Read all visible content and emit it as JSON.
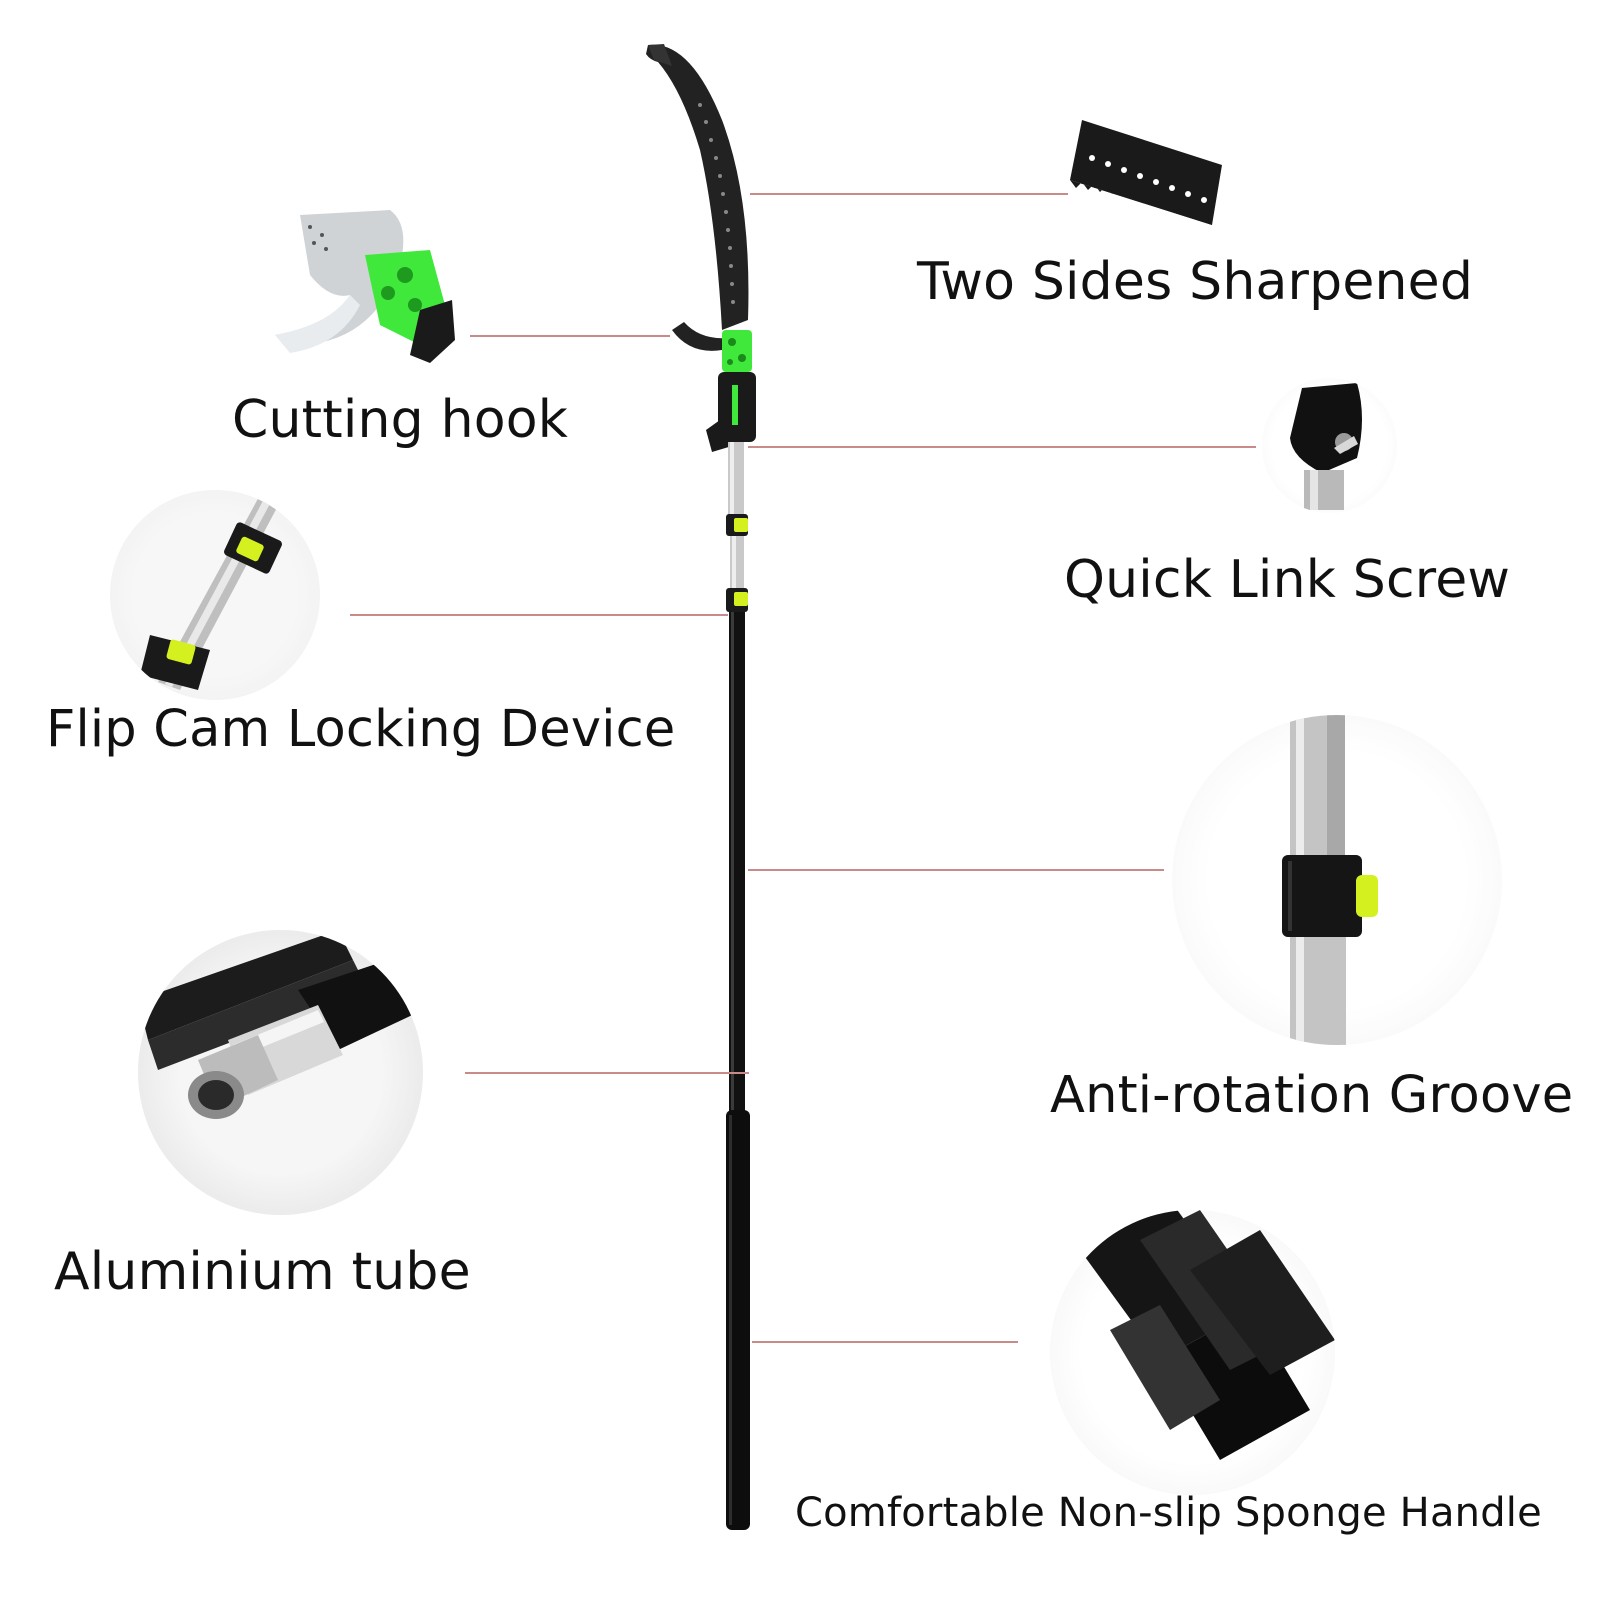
{
  "callouts": {
    "two_sides_sharpened": "Two Sides Sharpened",
    "cutting_hook": "Cutting hook",
    "quick_link_screw": "Quick Link Screw",
    "flip_cam_locking_device": "Flip Cam Locking Device",
    "anti_rotation_groove": "Anti-rotation Groove",
    "aluminium_tube": "Aluminium tube",
    "sponge_handle": "Comfortable Non-slip Sponge Handle"
  },
  "colors": {
    "accent_green": "#3fe83a",
    "lime_clip": "#d4f01e",
    "pole_black": "#111111",
    "leader_line": "#c98a8a"
  },
  "icons": [
    "saw-blade-icon",
    "cutting-hook-icon",
    "quick-link-screw-icon",
    "flip-cam-lock-icon",
    "anti-rotation-groove-icon",
    "aluminium-tube-icon",
    "sponge-handle-icon"
  ]
}
